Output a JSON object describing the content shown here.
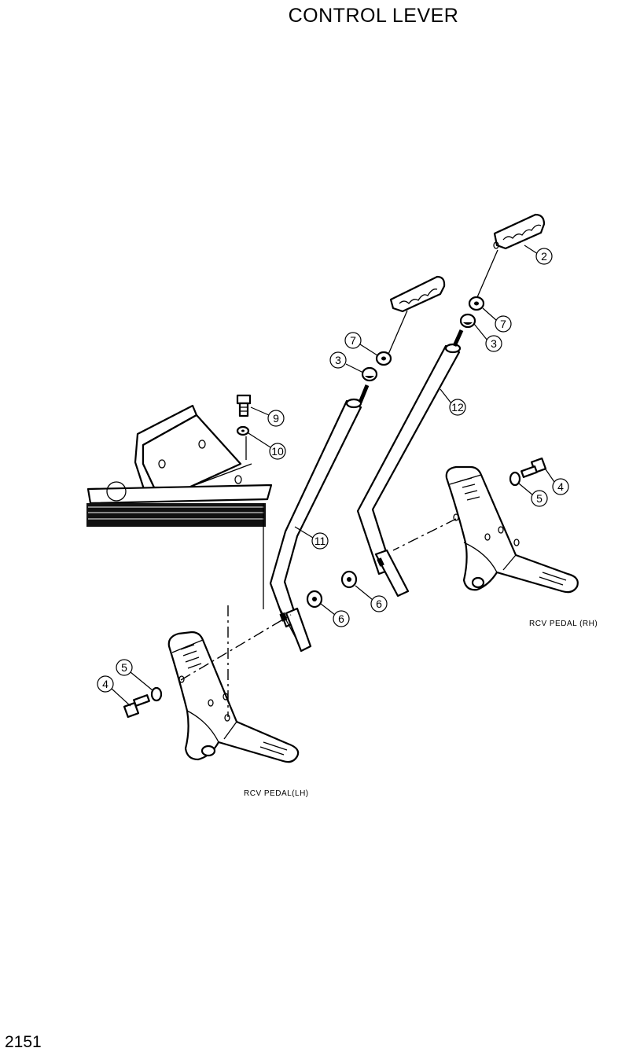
{
  "title": "CONTROL LEVER",
  "page_number": "2151",
  "labels": {
    "pedal_rh": "RCV PEDAL (RH)",
    "pedal_lh": "RCV PEDAL(LH)"
  },
  "callouts": {
    "c2": "2",
    "c7r": "7",
    "c3r": "3",
    "c12": "12",
    "c4r": "4",
    "c5r": "5",
    "c6r": "6",
    "c7l": "7",
    "c3l": "3",
    "c9": "9",
    "c10": "10",
    "c11": "11",
    "c6l": "6",
    "c5l": "5",
    "c4l": "4"
  }
}
